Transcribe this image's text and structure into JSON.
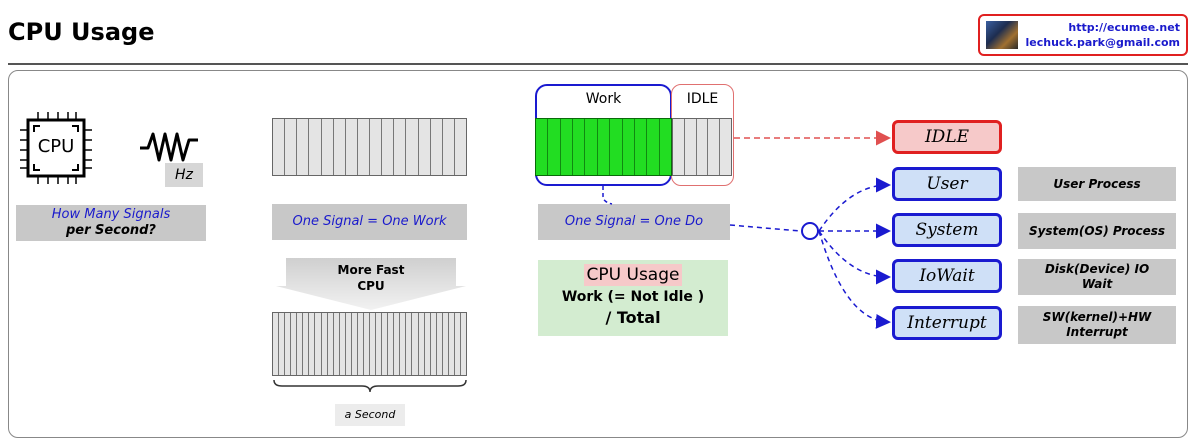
{
  "header": {
    "title": "CPU Usage",
    "url": "http://ecumee.net",
    "email": "lechuck.park@gmail.com"
  },
  "section1": {
    "cpu_label": "CPU",
    "hz_label": "Hz",
    "question_line1": "How Many Signals",
    "question_line2": "per Second?"
  },
  "section2": {
    "signal_label": "One Signal = One Work",
    "arrow_label_line1": "More Fast",
    "arrow_label_line2": "CPU",
    "second_label": "a Second"
  },
  "section3": {
    "work_label": "Work",
    "idle_label": "IDLE",
    "signal_label": "One Signal = One Do",
    "usage_title": "CPU Usage",
    "usage_line1": "Work (= Not Idle )",
    "usage_line2": "/ Total"
  },
  "states": {
    "idle": "IDLE",
    "user": "User",
    "system": "System",
    "iowait": "IoWait",
    "interrupt": "Interrupt"
  },
  "processes": {
    "user": "User Process",
    "system": "System(OS) Process",
    "iowait_line1": "Disk(Device) IO",
    "iowait_line2": "Wait",
    "interrupt_line1": "SW(kernel)+HW",
    "interrupt_line2": "Interrupt"
  },
  "colors": {
    "work_fill": "#22dd22",
    "idle_box_fill": "#f6c9c9",
    "idle_border": "#e02020",
    "state_fill": "#cfe0f7",
    "state_border": "#1a1ad0",
    "usage_box_fill": "#d3ecd0"
  }
}
